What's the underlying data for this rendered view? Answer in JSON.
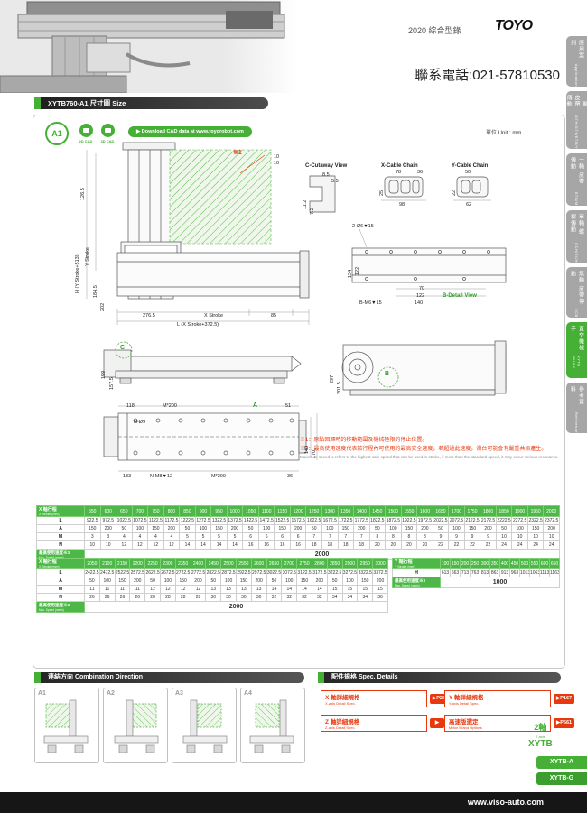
{
  "header": {
    "catalog": "2020 綜合型錄",
    "logo": "TOYO",
    "phone": "聯系電話:021-57810530"
  },
  "title": {
    "text": "XYTB760-A1 尺寸圖 Size"
  },
  "cadbar": {
    "badge": "A1",
    "cad2d": "2D CAD",
    "cad3d": "3D CAD",
    "download": "▶ Download CAD data at www.toyorobot.com",
    "unit": "單位 Unit : mm"
  },
  "sidebar": {
    "tabs": [
      {
        "zh": "應用案例",
        "en": "Application"
      },
      {
        "zh": "一軸 皮帶傳動",
        "en": "GTH/GTY/ETH/Y"
      },
      {
        "zh": "一軸 皮帶傳動",
        "en": "ETB/M"
      },
      {
        "zh": "單軸 螺桿傳動",
        "en": "GCH/ECH"
      },
      {
        "zh": "無軸 皮帶傳動",
        "en": "ECB"
      },
      {
        "zh": "直交機械手",
        "en": "XYTB Series"
      },
      {
        "zh": "參考資料",
        "en": "Reference"
      }
    ]
  },
  "drawing": {
    "labels": {
      "f1": "126.5",
      "f2": "H (Y Stroke+513)",
      "f3": "Y Stroke",
      "f4": "184.5",
      "f5": "202",
      "f6": "276.5",
      "f7": "X Stroke",
      "f8": "85",
      "f9": "L (X Stroke+372.5)",
      "f10": "10",
      "f11": "10",
      "f12": "※1",
      "c0": "C-Cutaway View",
      "c1": "11.2",
      "c2": "7.2",
      "c3": "8.5",
      "c4": "5.5",
      "xc0": "X-Cable Chain",
      "xc1": "78",
      "xc2": "36",
      "xc3": "98",
      "xc4": "25",
      "yc0": "Y-Cable Chain",
      "yc1": "50",
      "yc2": "22",
      "yc3": "62",
      "b0": "B-Detail View",
      "b1": "2-Ø6▼15",
      "b2": "134",
      "b3": "122",
      "b4": "70",
      "b5": "122",
      "b6": "B-M6▼15",
      "b7": "140",
      "s1": "199",
      "s2": "157.5",
      "s3": "C",
      "r1": "297",
      "r2": "201.5",
      "r3": "B",
      "p1": "118",
      "p2": "M*200",
      "p3": "A",
      "p4": "51",
      "p5": "N-Ø9",
      "p6": "140",
      "p7": "170",
      "p8": "133",
      "p9": "N-M8▼12",
      "p10": "M*200",
      "p11": "36"
    }
  },
  "notes": {
    "n1": "※1：原點回歸時的移動範圍及機械極限的停止位置。",
    "n3": "※3：最高使用速度代表該行程內可使用的最高安全速度，若超過此速度，滑台可能會有嚴重共振產生。",
    "n3en": "Maximum speed is refers to the highest safe speed that can be used in stroke, if more than the standard speed, it may occur serious resonance."
  },
  "tables": {
    "x1": {
      "title_zh": "X 軸行程",
      "title_en": "X Stroke (mm)",
      "columns": [
        "550",
        "600",
        "650",
        "700",
        "750",
        "800",
        "850",
        "900",
        "950",
        "1000",
        "1050",
        "1100",
        "1150",
        "1200",
        "1250",
        "1300",
        "1350",
        "1400",
        "1450",
        "1500",
        "1550",
        "1600",
        "1650",
        "1700",
        "1750",
        "1800",
        "1850",
        "1900",
        "1950",
        "2000"
      ],
      "rows": [
        {
          "label": "L",
          "values": [
            "922.5",
            "972.5",
            "1022.5",
            "1072.5",
            "1122.5",
            "1172.5",
            "1222.5",
            "1272.5",
            "1322.5",
            "1372.5",
            "1422.5",
            "1472.5",
            "1522.5",
            "1572.5",
            "1622.5",
            "1672.5",
            "1722.5",
            "1772.5",
            "1822.5",
            "1872.5",
            "1922.5",
            "1972.5",
            "2022.5",
            "2072.5",
            "2122.5",
            "2172.5",
            "2222.5",
            "2272.5",
            "2322.5",
            "2372.5"
          ]
        },
        {
          "label": "A",
          "values": [
            "150",
            "200",
            "50",
            "100",
            "150",
            "200",
            "50",
            "100",
            "150",
            "200",
            "50",
            "100",
            "150",
            "200",
            "50",
            "100",
            "150",
            "200",
            "50",
            "100",
            "150",
            "200",
            "50",
            "100",
            "150",
            "200",
            "50",
            "100",
            "150",
            "200"
          ]
        },
        {
          "label": "M",
          "values": [
            "3",
            "3",
            "4",
            "4",
            "4",
            "4",
            "5",
            "5",
            "5",
            "5",
            "6",
            "6",
            "6",
            "6",
            "7",
            "7",
            "7",
            "7",
            "8",
            "8",
            "8",
            "8",
            "9",
            "9",
            "9",
            "9",
            "10",
            "10",
            "10",
            "10"
          ]
        },
        {
          "label": "N",
          "values": [
            "10",
            "10",
            "12",
            "12",
            "12",
            "12",
            "14",
            "14",
            "14",
            "14",
            "16",
            "16",
            "16",
            "16",
            "18",
            "18",
            "18",
            "18",
            "20",
            "20",
            "20",
            "20",
            "22",
            "22",
            "22",
            "22",
            "24",
            "24",
            "24",
            "24"
          ]
        }
      ],
      "speed_zh": "最高使用速度※3",
      "speed_en": "Max. Speed (mm/s)",
      "speed_value": "2000"
    },
    "x2": {
      "title_zh": "X 軸行程",
      "title_en": "X Stroke (mm)",
      "columns": [
        "2050",
        "2100",
        "2150",
        "2200",
        "2250",
        "2300",
        "2350",
        "2400",
        "2450",
        "2500",
        "2550",
        "2600",
        "2650",
        "2700",
        "2750",
        "2800",
        "2850",
        "2900",
        "2950",
        "3000"
      ],
      "rows": [
        {
          "label": "L",
          "values": [
            "2422.5",
            "2472.5",
            "2522.5",
            "2572.5",
            "2622.5",
            "2672.5",
            "2722.5",
            "2772.5",
            "2822.5",
            "2872.5",
            "2922.5",
            "2972.5",
            "3022.5",
            "3072.5",
            "3122.5",
            "3172.5",
            "3222.5",
            "3272.5",
            "3322.5",
            "3372.5"
          ]
        },
        {
          "label": "A",
          "values": [
            "50",
            "100",
            "150",
            "200",
            "50",
            "100",
            "150",
            "200",
            "50",
            "100",
            "150",
            "200",
            "50",
            "100",
            "150",
            "200",
            "50",
            "100",
            "150",
            "200"
          ]
        },
        {
          "label": "M",
          "values": [
            "11",
            "11",
            "11",
            "11",
            "12",
            "12",
            "12",
            "12",
            "13",
            "13",
            "13",
            "13",
            "14",
            "14",
            "14",
            "14",
            "15",
            "15",
            "15",
            "15"
          ]
        },
        {
          "label": "N",
          "values": [
            "26",
            "26",
            "26",
            "26",
            "28",
            "28",
            "28",
            "28",
            "30",
            "30",
            "30",
            "30",
            "32",
            "32",
            "32",
            "32",
            "34",
            "34",
            "34",
            "36"
          ]
        }
      ],
      "speed_zh": "最高使用速度※3",
      "speed_en": "Max. Speed (mm/s)",
      "speed_value": "2000"
    },
    "y": {
      "title_zh": "Y 軸行程",
      "title_en": "Y Stroke (mm)",
      "columns": [
        "100",
        "150",
        "200",
        "250",
        "300",
        "350",
        "400",
        "450",
        "500",
        "550",
        "600",
        "650"
      ],
      "rows": [
        {
          "label": "H",
          "values": [
            "613",
            "663",
            "713",
            "763",
            "813",
            "863",
            "913",
            "963",
            "1013",
            "1063",
            "1113",
            "1163"
          ]
        }
      ],
      "speed_zh": "最高使用速度※3",
      "speed_en": "Max. Speed (mm/s)",
      "speed_value": "1000"
    }
  },
  "combination": {
    "title": "連結方向 Combination Direction",
    "items": [
      "A1",
      "A2",
      "A3",
      "A4"
    ]
  },
  "specs": {
    "title": "配件規格 Spec. Details",
    "items": [
      {
        "zh": "X 軸詳細規格",
        "en": "X-axis Detail Spec.",
        "page": "▶P275"
      },
      {
        "zh": "Y 軸詳細規格",
        "en": "Y-axis Detail Spec.",
        "page": "▶P167"
      },
      {
        "zh": "Z 軸詳細規格",
        "en": "Z-axis Detail Spec.",
        "page": "▶"
      },
      {
        "zh": "高速版選定",
        "en": "Motor Brand Options",
        "page": "▶P561"
      }
    ]
  },
  "series": {
    "axis": "2軸",
    "axis_en": "2 axis",
    "name": "XYTB",
    "tabs": [
      "XYTB-A",
      "XYTB-G"
    ]
  },
  "footer": {
    "url": "www.viso-auto.com"
  }
}
